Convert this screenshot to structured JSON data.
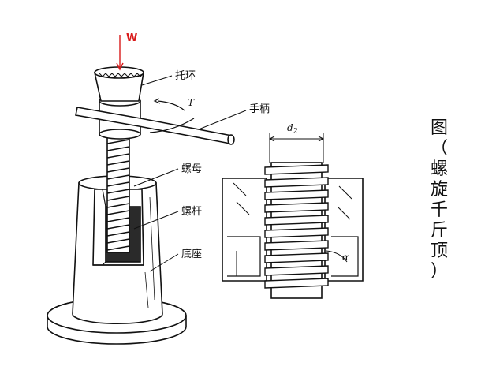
{
  "labels": {
    "load": "W",
    "cap": "托环",
    "torque": "T",
    "handle": "手柄",
    "nut": "螺母",
    "screw": "螺杆",
    "base": "底座",
    "pitch_diameter": "d",
    "pitch_diameter_sub": "2",
    "angle": "α"
  },
  "caption": {
    "lines": [
      "图",
      "（",
      "螺",
      "旋",
      "千",
      "斤",
      "顶",
      "）"
    ]
  },
  "colors": {
    "load_arrow": "#d91a1a",
    "line": "#111111"
  }
}
